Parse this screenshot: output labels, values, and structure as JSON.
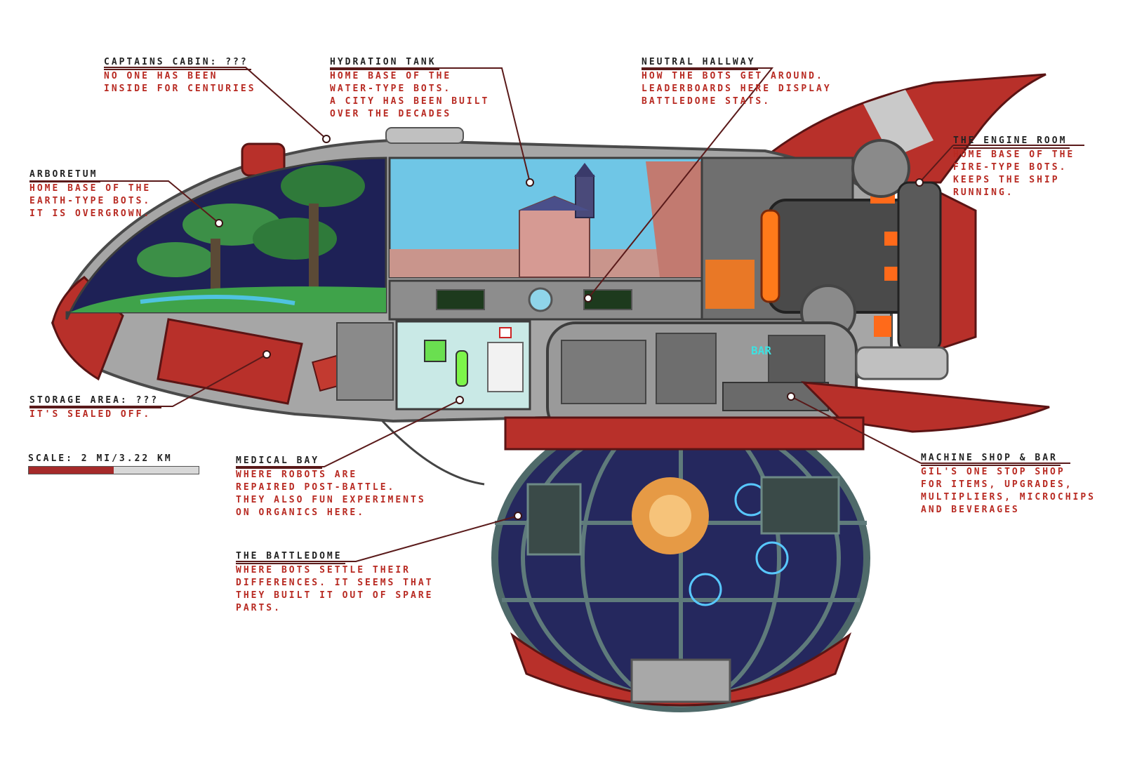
{
  "callouts": {
    "captains_cabin": {
      "title": "CAPTAINS CABIN: ???",
      "desc": "NO ONE HAS BEEN\nINSIDE FOR CENTURIES"
    },
    "hydration_tank": {
      "title": "HYDRATION TANK",
      "desc": "HOME BASE OF THE\nWATER-TYPE BOTS.\nA CITY HAS BEEN BUILT\nOVER THE DECADES"
    },
    "neutral_hallway": {
      "title": "NEUTRAL HALLWAY",
      "desc": "HOW THE BOTS GET AROUND.\nLEADERBOARDS HERE DISPLAY\nBATTLEDOME STATS."
    },
    "engine_room": {
      "title": "THE ENGINE ROOM",
      "desc": "HOME BASE OF THE\nFIRE-TYPE BOTS.\nKEEPS THE SHIP\nRUNNING."
    },
    "arboretum": {
      "title": "ARBORETUM",
      "desc": "HOME BASE OF THE\nEARTH-TYPE BOTS.\nIT IS OVERGROWN."
    },
    "storage_area": {
      "title": "STORAGE AREA: ???",
      "desc": "IT'S SEALED OFF."
    },
    "medical_bay": {
      "title": "MEDICAL BAY",
      "desc": "WHERE ROBOTS ARE\nREPAIRED POST-BATTLE.\nTHEY ALSO FUN EXPERIMENTS\nON ORGANICS HERE."
    },
    "battledome": {
      "title": "THE BATTLEDOME",
      "desc": "WHERE BOTS SETTLE THEIR\nDIFFERENCES. IT SEEMS THAT\nTHEY BUILT IT OUT OF SPARE\nPARTS."
    },
    "machine_shop": {
      "title": "MACHINE SHOP & BAR",
      "desc": "GIL'S ONE STOP SHOP\nFOR ITEMS, UPGRADES,\nMULTIPLIERS, MICROCHIPS\nAND BEVERAGES"
    }
  },
  "scale": {
    "label": "SCALE: 2 MI/3.22 KM",
    "fill_fraction": 0.5
  },
  "signs": {
    "bar": "BAR"
  },
  "colors": {
    "hull_red": "#b8302a",
    "hull_grey": "#9a9a9a",
    "label_red": "#b82a22",
    "water": "#6fc6e6",
    "space": "#1e2156",
    "engine_glow": "#ff7a1a"
  }
}
